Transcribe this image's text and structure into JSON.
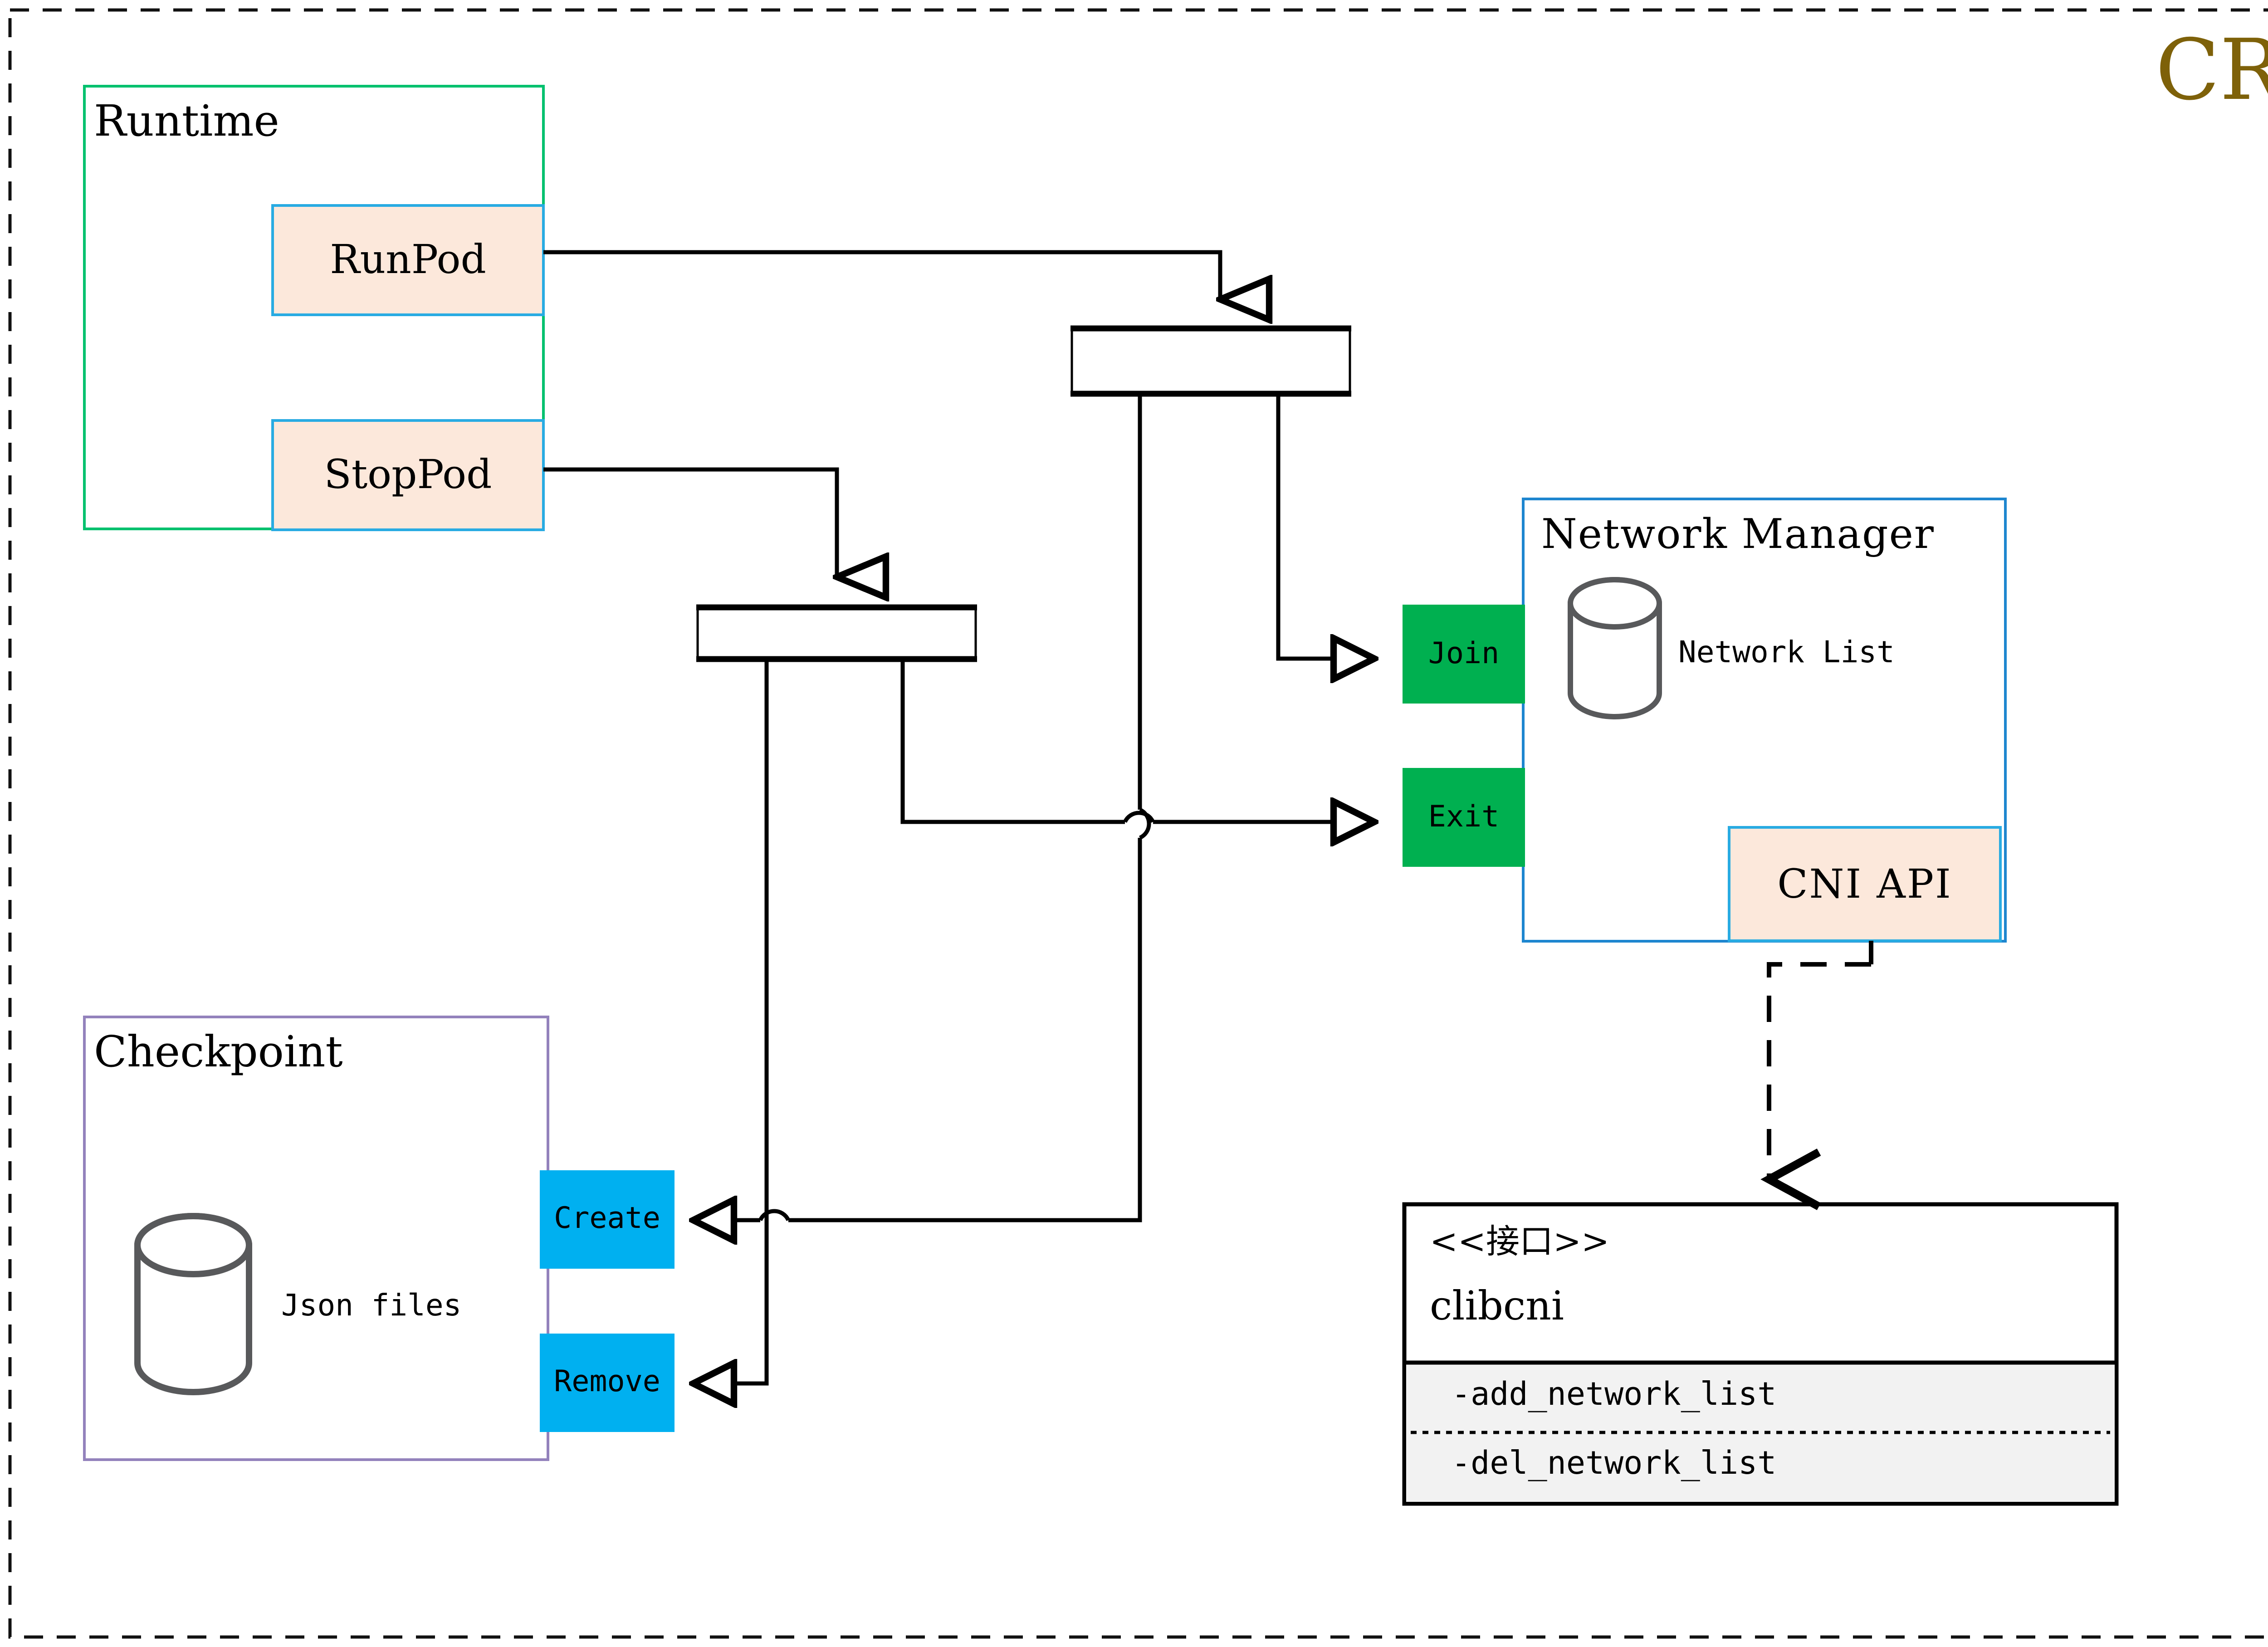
{
  "diagram": {
    "title": "CRI",
    "title_color": "#7E6109",
    "frame": {
      "style": "dashed",
      "color": "#111111"
    },
    "groups": [
      {
        "id": "runtime",
        "label": "Runtime",
        "border_color": "#00C16E"
      },
      {
        "id": "checkpoint",
        "label": "Checkpoint",
        "border_color": "#9382BC"
      },
      {
        "id": "network-manager",
        "label": "Network Manager",
        "border_color": "#1E86CF"
      }
    ],
    "runtime": {
      "label": "Runtime",
      "actions": [
        {
          "id": "runpod",
          "label": "RunPod",
          "fill": "#FCE8DB",
          "border": "#29ABE2"
        },
        {
          "id": "stoppod",
          "label": "StopPod",
          "fill": "#FCE8DB",
          "border": "#29ABE2"
        }
      ]
    },
    "checkpoint": {
      "label": "Checkpoint",
      "store": {
        "label": "Json files",
        "shape": "cylinder",
        "color": "#58595B"
      },
      "actions": [
        {
          "id": "create",
          "label": "Create",
          "fill": "#00B0F0"
        },
        {
          "id": "remove",
          "label": "Remove",
          "fill": "#00B0F0"
        }
      ]
    },
    "network_manager": {
      "label": "Network Manager",
      "store": {
        "label": "Network List",
        "shape": "cylinder",
        "color": "#58595B"
      },
      "ports": [
        {
          "id": "join",
          "label": "Join",
          "fill": "#00B050"
        },
        {
          "id": "exit",
          "label": "Exit",
          "fill": "#00B050"
        }
      ],
      "api": {
        "id": "cni-api",
        "label": "CNI API",
        "fill": "#FCE8DB",
        "border": "#29ABE2"
      }
    },
    "interface": {
      "stereotype": "<<接口>>",
      "name": "clibcni",
      "methods": [
        "-add_network_list",
        "-del_network_list"
      ],
      "methods_bg": "#F2F2F2"
    },
    "forks": [
      {
        "id": "fork-runpod",
        "label": ""
      },
      {
        "id": "fork-stoppod",
        "label": ""
      }
    ]
  }
}
